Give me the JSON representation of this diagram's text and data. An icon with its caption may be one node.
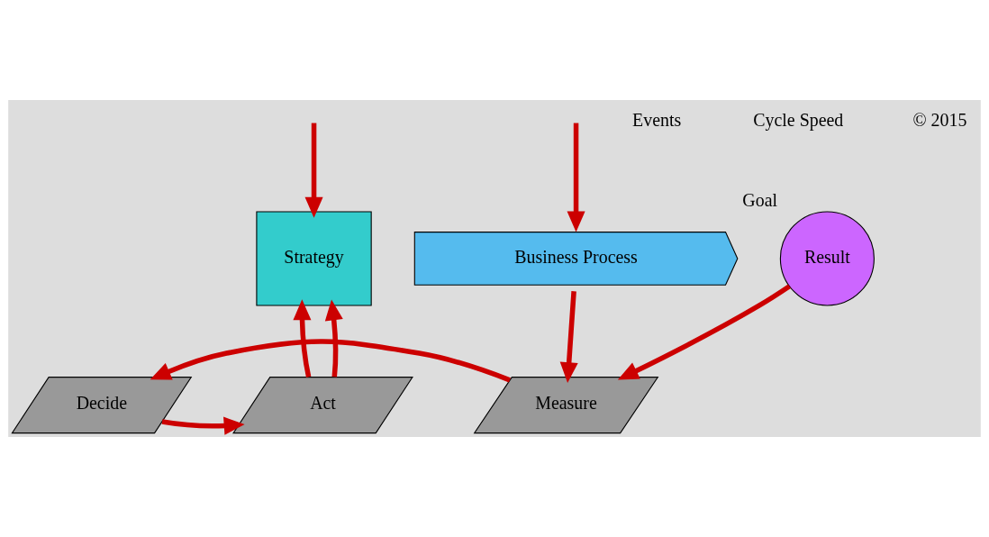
{
  "diagram": {
    "nodes": [
      {
        "text": [
          "Strategy"
        ]
      },
      {
        "text": [
          "Business Process"
        ]
      },
      {
        "text": [
          "Result"
        ],
        "beside": [
          "Goal"
        ]
      },
      {
        "text": [
          "Measure"
        ]
      },
      {
        "text": [
          "Decide"
        ]
      },
      {
        "text": [
          "Act"
        ]
      }
    ],
    "edges": [
      {
        "from": null,
        "to": 0,
        "arrow": "to"
      },
      {
        "from": null,
        "to": 1,
        "arrow": "to"
      },
      {
        "from": 1,
        "to": 3,
        "arrow": "to"
      },
      {
        "from": 2,
        "to": 3,
        "arrow": "to"
      },
      {
        "from": 3,
        "to": 4,
        "arrow": "to"
      },
      {
        "from": 4,
        "to": 5,
        "arrow": "to"
      },
      {
        "from": 5,
        "to": 0,
        "arrow": "to"
      },
      {
        "from": 5,
        "to": 0,
        "arrow": "to"
      }
    ],
    "labels": [
      "Events",
      "Cycle Speed",
      "© 2015"
    ]
  }
}
